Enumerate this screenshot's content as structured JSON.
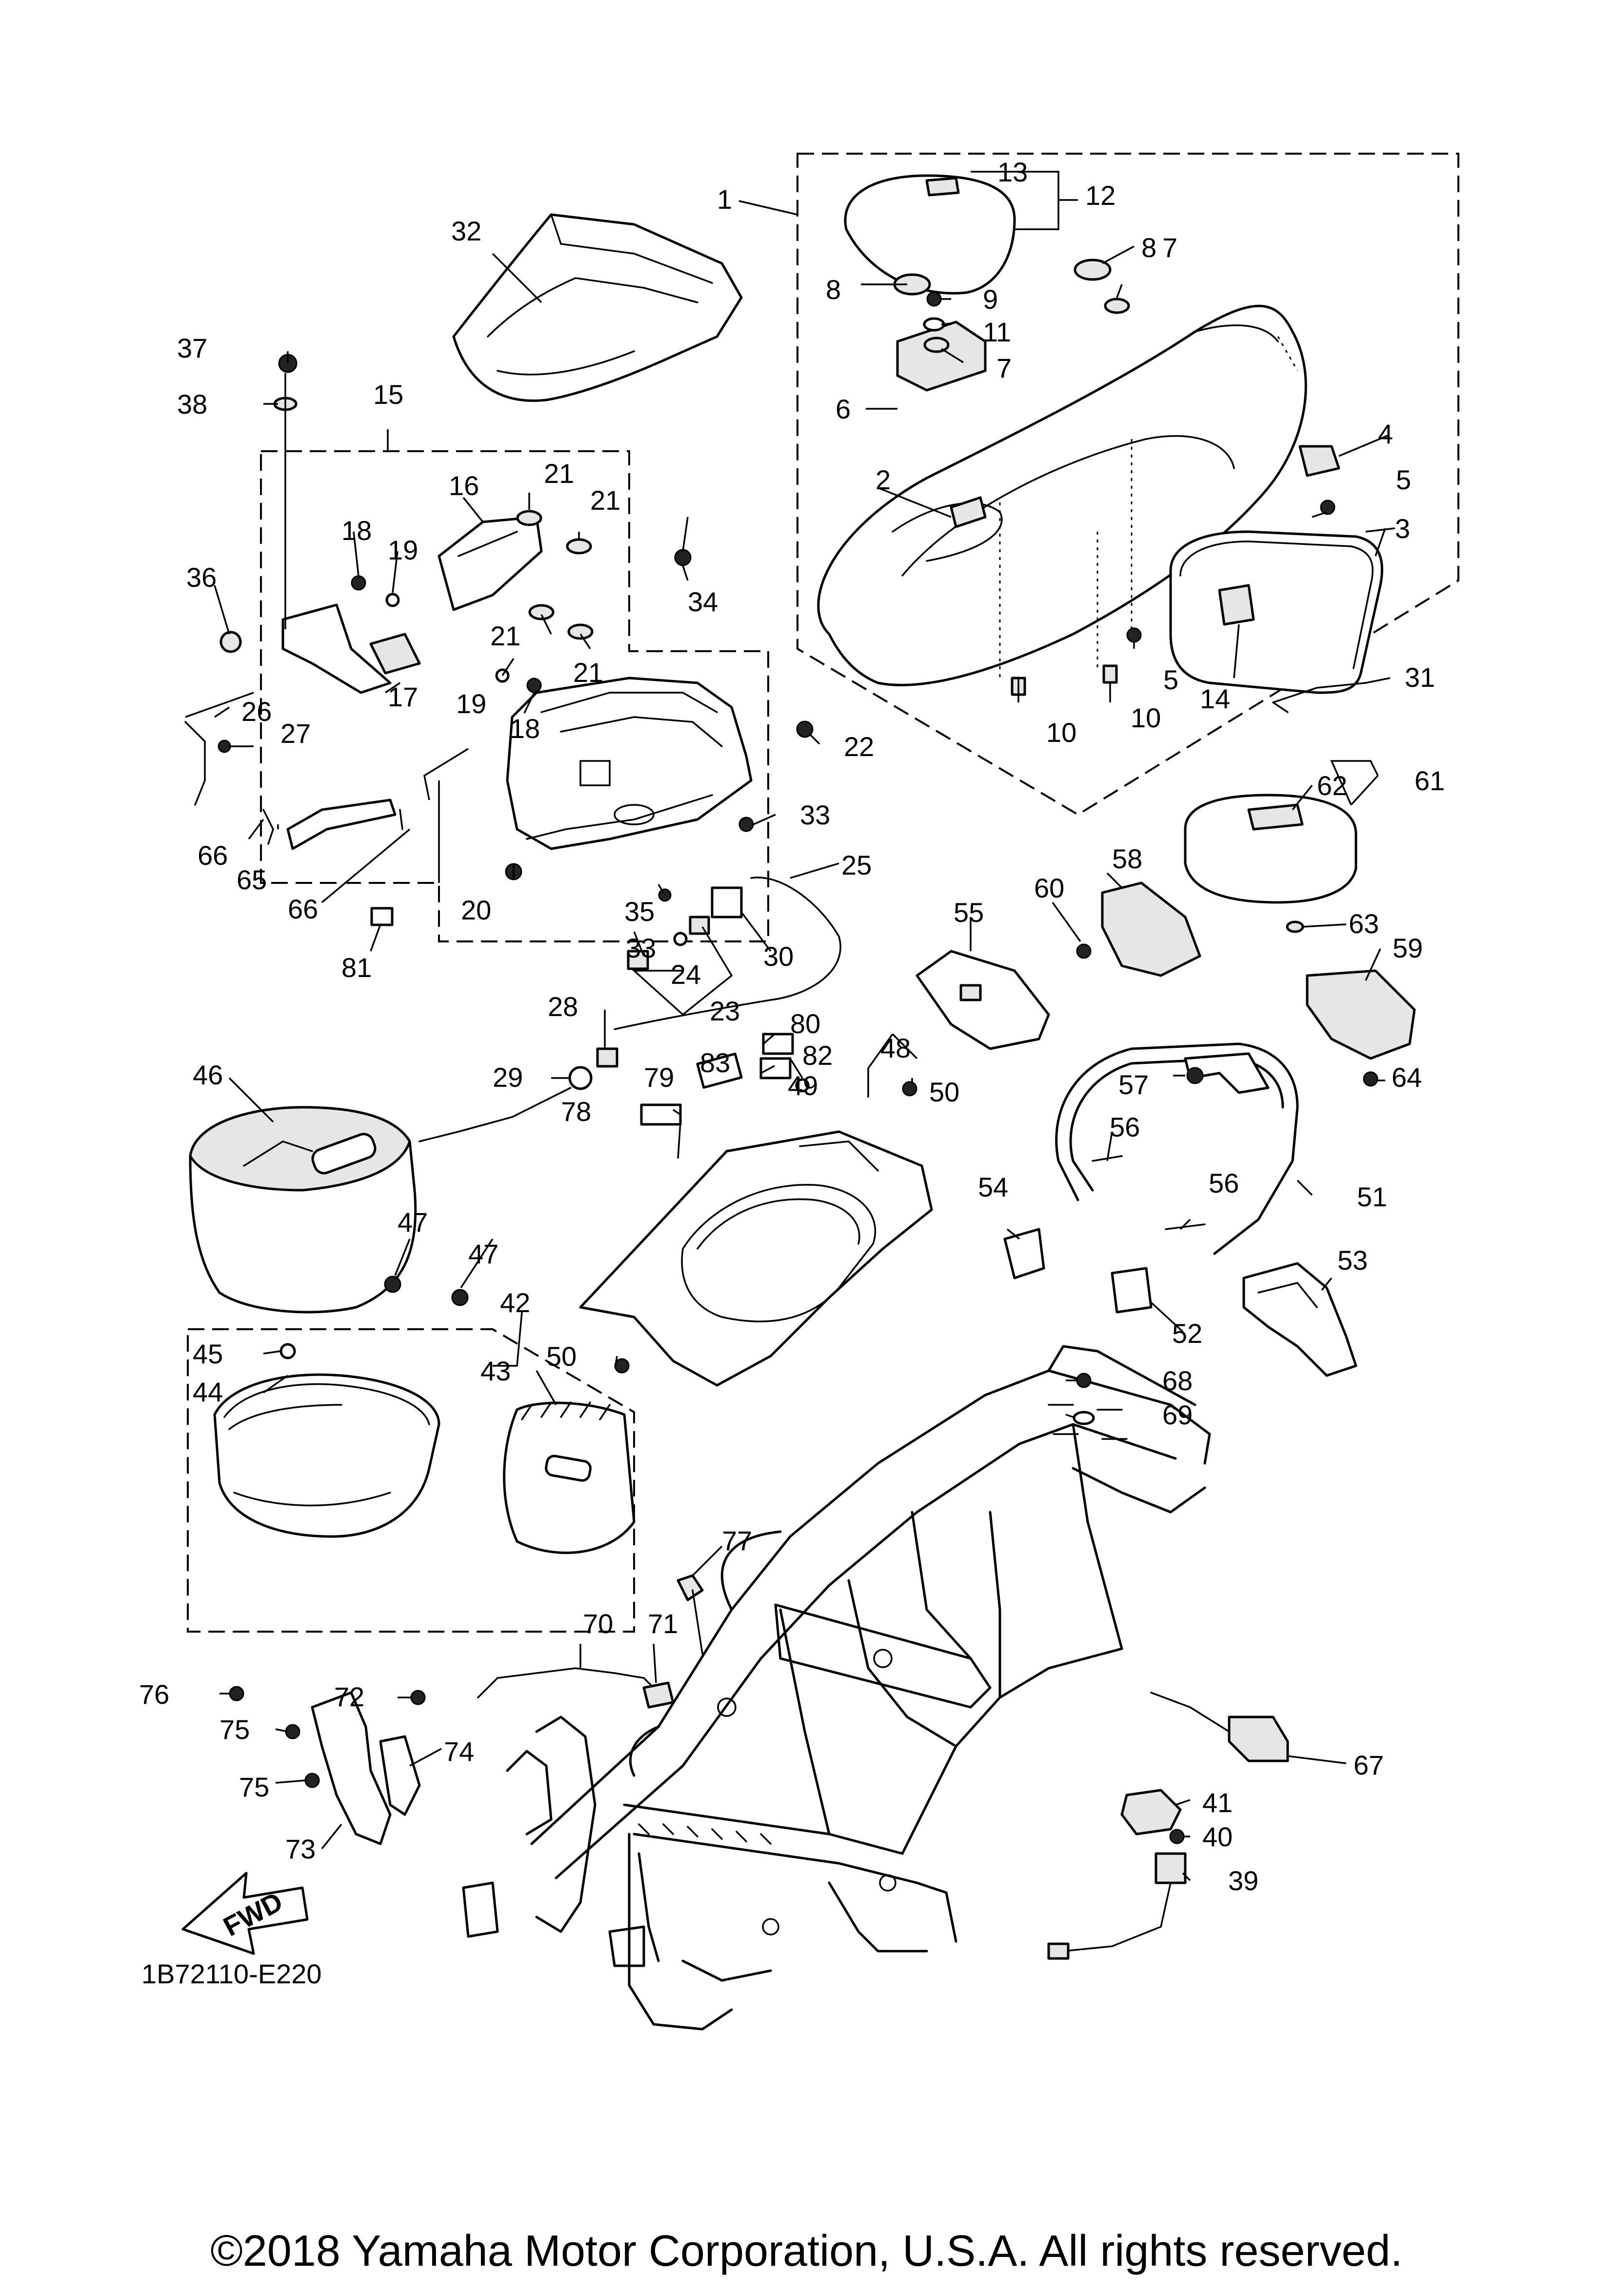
{
  "diagram_code": "1B72110-E220",
  "copyright": "©2018 Yamaha Motor Corporation, U.S.A. All rights reserved.",
  "fwd_label": "FWD",
  "callouts": [
    "1",
    "2",
    "3",
    "4",
    "5",
    "5",
    "6",
    "7",
    "7",
    "8",
    "8",
    "9",
    "10",
    "10",
    "11",
    "12",
    "13",
    "14",
    "15",
    "16",
    "17",
    "18",
    "18",
    "19",
    "19",
    "20",
    "21",
    "21",
    "21",
    "21",
    "22",
    "23",
    "24",
    "25",
    "26",
    "27",
    "28",
    "29",
    "30",
    "31",
    "32",
    "33",
    "33",
    "34",
    "35",
    "36",
    "37",
    "38",
    "39",
    "40",
    "41",
    "42",
    "43",
    "44",
    "45",
    "46",
    "47",
    "47",
    "48",
    "49",
    "50",
    "50",
    "51",
    "52",
    "53",
    "54",
    "55",
    "56",
    "56",
    "57",
    "58",
    "59",
    "60",
    "61",
    "62",
    "63",
    "64",
    "65",
    "66",
    "66",
    "67",
    "68",
    "69",
    "70",
    "71",
    "72",
    "73",
    "74",
    "75",
    "75",
    "76",
    "77",
    "78",
    "79",
    "80",
    "81",
    "82",
    "83"
  ]
}
